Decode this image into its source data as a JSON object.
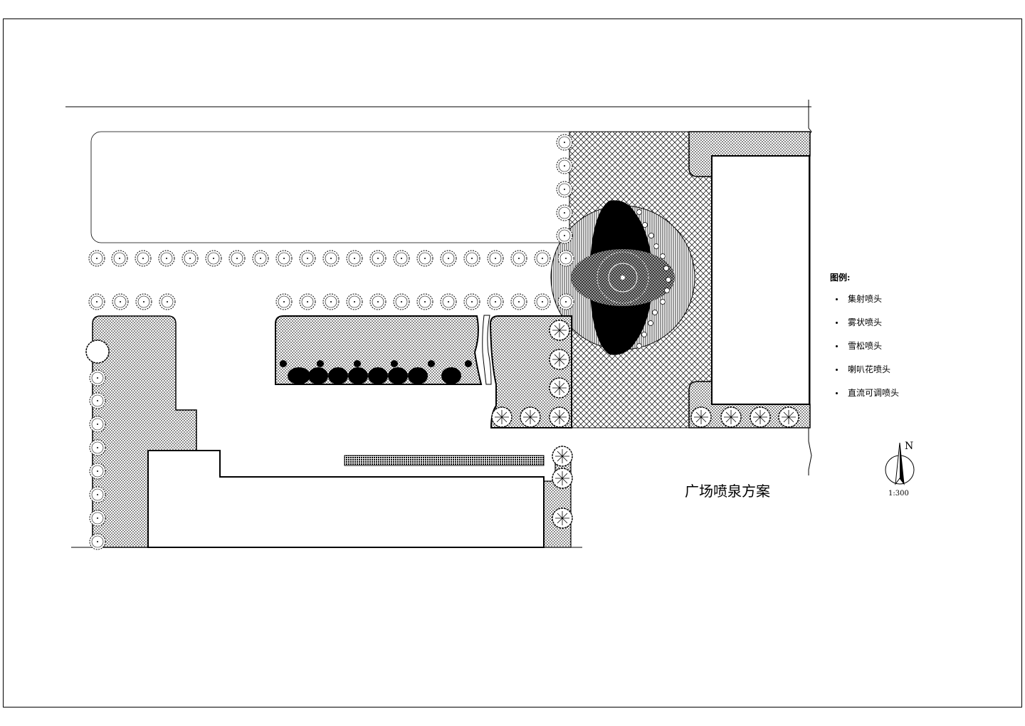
{
  "plan": {
    "title": "广场喷泉方案",
    "legend": {
      "title": "图例:",
      "items": [
        "集射喷头",
        "雾状喷头",
        "雪松喷头",
        "喇叭花喷头",
        "直流可调喷头"
      ]
    },
    "north_label": "N",
    "scale": "1:300"
  }
}
